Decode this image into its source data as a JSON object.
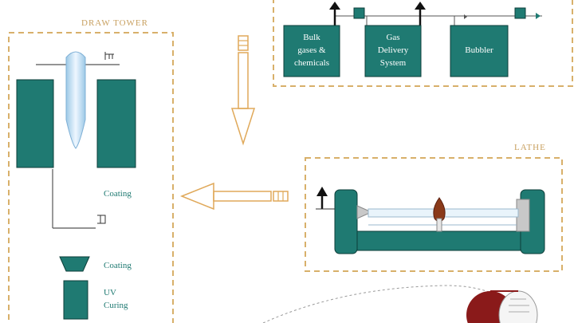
{
  "colors": {
    "teal": "#1f7a72",
    "tealDark": "#14564f",
    "dashed": "#d8b06a",
    "arrow": "#e0a95a",
    "labelOnTeal": "#ffffff",
    "caption": "#c8a060",
    "grayPart": "#c8c8c8",
    "spool": "#8a1a1a"
  },
  "sections": {
    "draw_tower": "DRAW TOWER",
    "lathe": "LATHE"
  },
  "gas_system": {
    "boxes": [
      {
        "line1": "Bulk",
        "line2": "gases &",
        "line3": "chemicals"
      },
      {
        "line1": "Gas",
        "line2": "Delivery",
        "line3": "System"
      },
      {
        "line1": "Bubbler",
        "line2": "",
        "line3": ""
      }
    ]
  },
  "draw_tower_labels": {
    "coating_inner": "Coating",
    "coating_cup": "Coating",
    "uv_line1": "UV",
    "uv_line2": "Curing"
  },
  "icons": {
    "up_arrow": "up-arrow-icon",
    "valve": "valve-icon",
    "flame": "flame-icon",
    "spool": "spool-icon"
  }
}
